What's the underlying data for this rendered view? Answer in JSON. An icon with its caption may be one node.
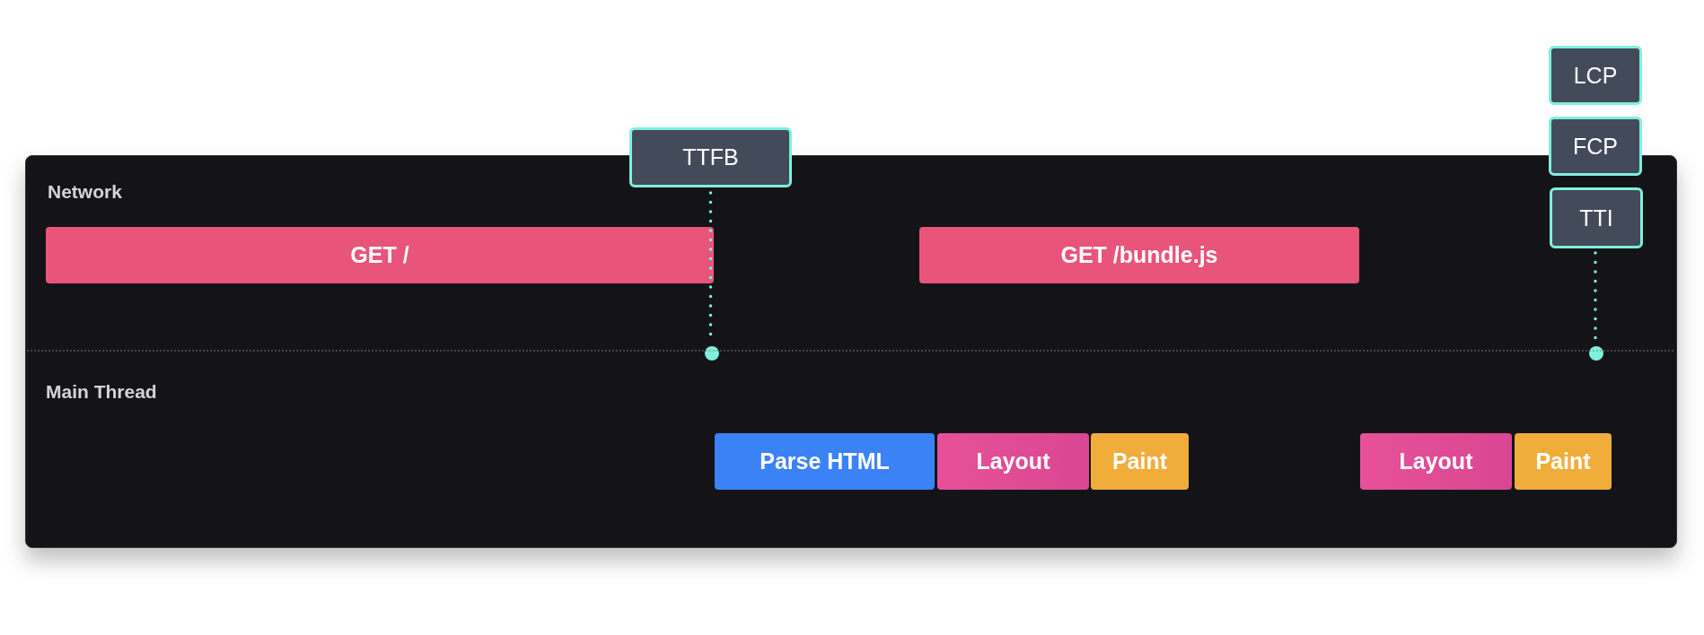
{
  "diagram": {
    "nodes": [
      {
        "text": [
          "Network",
          "Main Thread"
        ]
      },
      {
        "text": [
          "GET /"
        ],
        "in": 0
      },
      {
        "text": [
          "GET /bundle.js"
        ],
        "in": 0
      },
      {
        "text": [
          "Parse HTML"
        ],
        "in": 0
      },
      {
        "text": [
          "Layout"
        ],
        "in": 0
      },
      {
        "text": [
          "Paint"
        ],
        "in": 0
      },
      {
        "text": [
          "Layout"
        ],
        "in": 0
      },
      {
        "text": [
          "Paint"
        ],
        "in": 0
      },
      {
        "text": [
          "TTFB"
        ]
      },
      {
        "text": [
          "LCP"
        ]
      },
      {
        "text": [
          "FCP"
        ]
      },
      {
        "text": [
          "TTI"
        ],
        "in": 0
      },
      {
        "text": [],
        "shape": "circle",
        "in": 0
      },
      {
        "text": [],
        "shape": "circle",
        "in": 0
      }
    ],
    "edges": [
      {
        "from": 8,
        "to": 12,
        "arrow": "none",
        "style": "dashed"
      },
      {
        "from": 11,
        "to": 13,
        "arrow": "none",
        "style": "dashed"
      }
    ]
  }
}
